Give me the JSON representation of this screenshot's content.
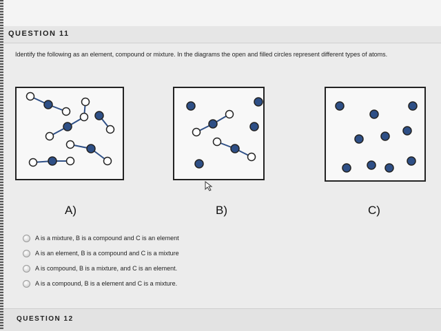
{
  "question": {
    "title": "QUESTION 11",
    "prompt": "Identify the following as an element, compound or mixture.  In the diagrams the open and filled circles represent different types of atoms."
  },
  "diagrams": [
    {
      "label": "A)"
    },
    {
      "label": "B)"
    },
    {
      "label": "C)"
    }
  ],
  "options": [
    "A is a mixture, B is a compound and C is an element",
    "A is an element, B is a compound and C is a mixture",
    "A is compound, B is a mixture, and C is an element.",
    "A is a compound, B is a element and C is a mixture."
  ],
  "next_question": {
    "title": "QUESTION 12"
  },
  "colors": {
    "filled_atom": "#2e4f86",
    "open_atom": "#ffffff",
    "bond": "#2e4f86",
    "outline": "#222222"
  }
}
